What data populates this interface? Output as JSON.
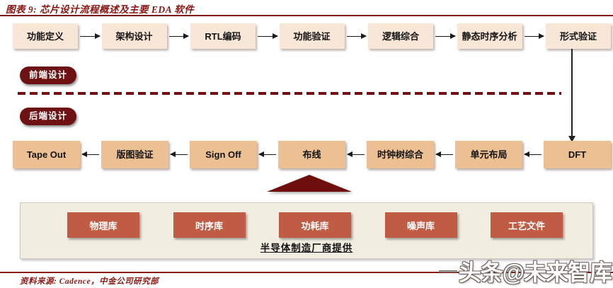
{
  "header": {
    "title": "图表 9: 芯片设计流程概述及主要 EDA 软件"
  },
  "flow_front": {
    "stage_label": "前端设计",
    "steps": [
      "功能定义",
      "架构设计",
      "RTL编码",
      "功能验证",
      "逻辑综合",
      "静态时序分析",
      "形式验证"
    ]
  },
  "flow_back": {
    "stage_label": "后端设计",
    "steps": [
      "Tape Out",
      "版图验证",
      "Sign Off",
      "布线",
      "时钟树综合",
      "单元布局",
      "DFT"
    ]
  },
  "libraries": {
    "items": [
      "物理库",
      "时序库",
      "功耗库",
      "噪声库",
      "工艺文件"
    ],
    "caption": "半导体制造厂商提供"
  },
  "footer": {
    "source": "资料来源: Cadence，中金公司研究部",
    "watermark": "头条@未来智库"
  },
  "colors": {
    "maroon_accent": "#6e1112",
    "title_red": "#8b1410",
    "rule_red": "#7a1012",
    "front_box": "#f8e6d7",
    "back_box": "#edc094",
    "library_box": "#c05b44",
    "panel_bg": "#f2ede1"
  }
}
